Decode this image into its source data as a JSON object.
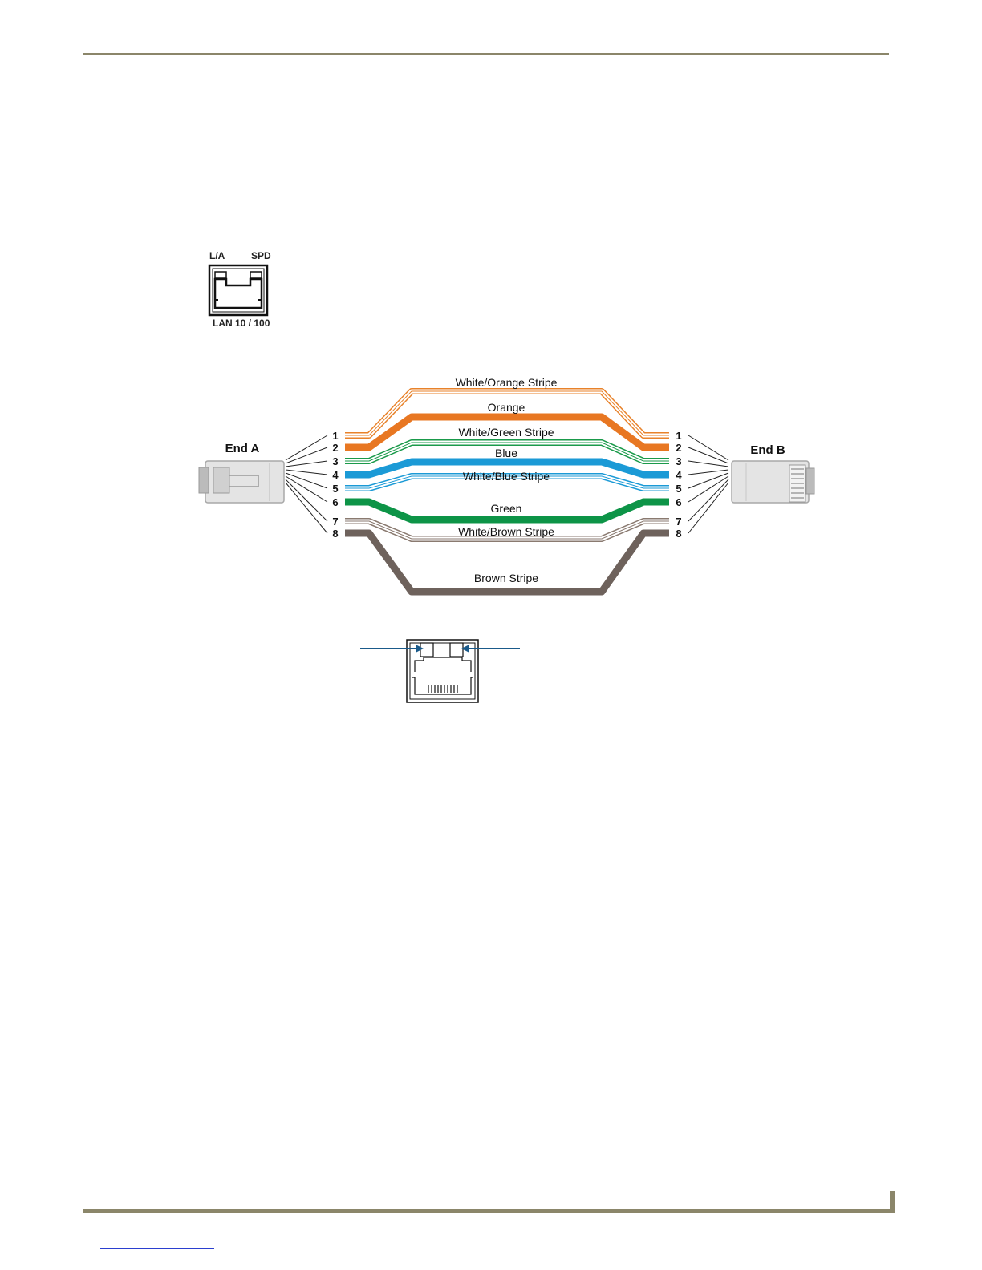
{
  "lan_port": {
    "label_la": "L/A",
    "label_spd": "SPD",
    "label_bottom": "LAN 10 / 100"
  },
  "cable": {
    "end_a": "End A",
    "end_b": "End B",
    "pins": [
      "1",
      "2",
      "3",
      "4",
      "5",
      "6",
      "7",
      "8"
    ],
    "wires": [
      {
        "label": "White/Orange Stripe",
        "color": "#e8822a"
      },
      {
        "label": "Orange",
        "color": "#e87722"
      },
      {
        "label": "White/Green Stripe",
        "color": "#1a9a4a"
      },
      {
        "label": "Blue",
        "color": "#1b9ad6"
      },
      {
        "label": "White/Blue Stripe",
        "color": "#1b9ad6"
      },
      {
        "label": "Green",
        "color": "#0d9447"
      },
      {
        "label": "White/Brown Stripe",
        "color": "#8a7a70"
      },
      {
        "label": "Brown Stripe",
        "color": "#6e625c"
      }
    ]
  },
  "colors": {
    "rule": "#8b866a",
    "arrow": "#1a5a8a",
    "link": "#2b3fcf"
  }
}
